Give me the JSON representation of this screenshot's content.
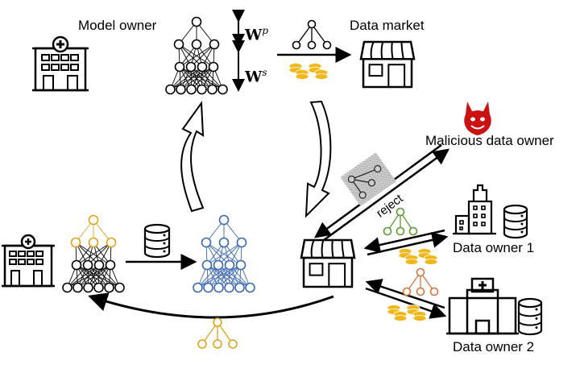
{
  "labels": {
    "model_owner": "Model owner",
    "data_market": "Data market",
    "malicious_owner": "Malicious data owner",
    "data_owner_1": "Data owner 1",
    "data_owner_2": "Data owner 2",
    "reject": "reject",
    "w_p": "W",
    "w_p_sup": "p",
    "w_s": "W",
    "w_s_sup": "s"
  },
  "colors": {
    "pretrained_head": "#e0a21a",
    "finetuned_net": "#3a66b5",
    "owner1_head": "#5a9a2e",
    "owner2_head": "#d9733a",
    "coins": "#f2b81b",
    "malicious": "#cc1111",
    "line": "#000000"
  }
}
